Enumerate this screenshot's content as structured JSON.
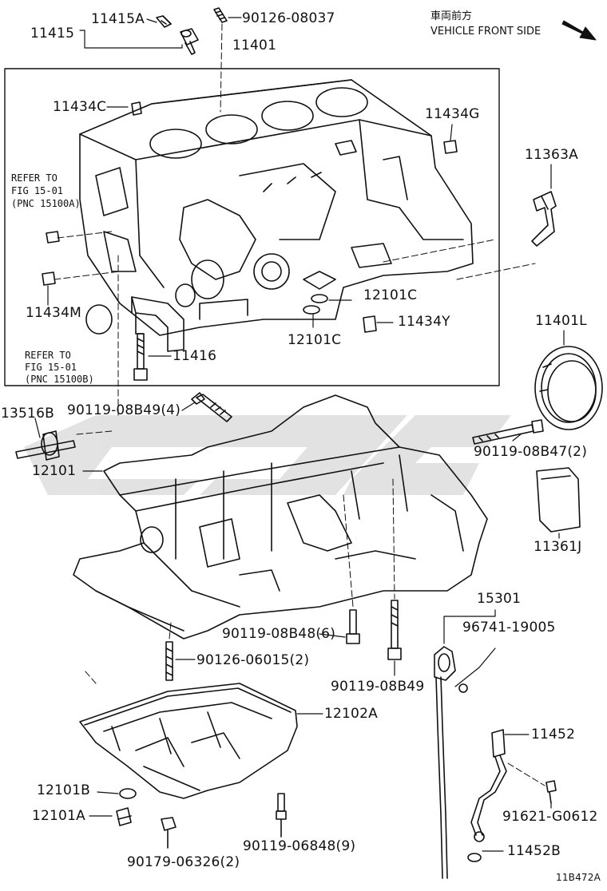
{
  "header": {
    "direction_jp": "車両前方",
    "direction_en": "VEHICLE FRONT SIDE"
  },
  "notes": {
    "refer1_line1": "REFER TO",
    "refer1_line2": "FIG 15-01",
    "refer1_line3": "(PNC 15100A)",
    "refer2_line1": "REFER TO",
    "refer2_line2": "FIG 15-01",
    "refer2_line3": "(PNC 15100B)"
  },
  "parts": {
    "p11415A": "11415A",
    "p11415": "11415",
    "p90126_08037": "90126-08037",
    "p11401": "11401",
    "p11434C": "11434C",
    "p11434G": "11434G",
    "p11363A": "11363A",
    "p11434M": "11434M",
    "p12101C_a": "12101C",
    "p12101C_b": "12101C",
    "p11434Y": "11434Y",
    "p11416": "11416",
    "p11401L": "11401L",
    "p13516B": "13516B",
    "p90119_08B49_4": "90119-08B49(4)",
    "p12101": "12101",
    "p90119_08B47_2": "90119-08B47(2)",
    "p11361J": "11361J",
    "p15301": "15301",
    "p96741_19005": "96741-19005",
    "p90119_08B48_6": "90119-08B48(6)",
    "p90126_06015_2": "90126-06015(2)",
    "p90119_08B49": "90119-08B49",
    "p12102A": "12102A",
    "p11452": "11452",
    "p12101B": "12101B",
    "p12101A": "12101A",
    "p91621_G0612": "91621-G0612",
    "p90119_06848_9": "90119-06848(9)",
    "p11452B": "11452B",
    "p90179_06326_2": "90179-06326(2)"
  },
  "figure_id": "11B472A"
}
